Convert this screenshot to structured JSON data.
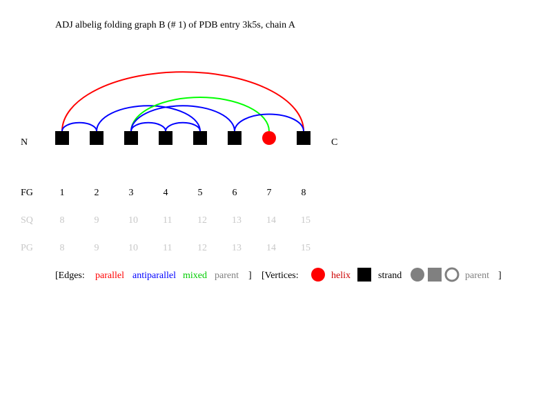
{
  "title": "ADJ albelig folding graph B (# 1) of PDB entry 3k5s, chain A",
  "terminus": {
    "n": "N",
    "c": "C"
  },
  "vertices": [
    {
      "fg": "1",
      "sq": "8",
      "pg": "8",
      "type": "strand"
    },
    {
      "fg": "2",
      "sq": "9",
      "pg": "9",
      "type": "strand"
    },
    {
      "fg": "3",
      "sq": "10",
      "pg": "10",
      "type": "strand"
    },
    {
      "fg": "4",
      "sq": "11",
      "pg": "11",
      "type": "strand"
    },
    {
      "fg": "5",
      "sq": "12",
      "pg": "12",
      "type": "strand"
    },
    {
      "fg": "6",
      "sq": "13",
      "pg": "13",
      "type": "strand"
    },
    {
      "fg": "7",
      "sq": "14",
      "pg": "14",
      "type": "helix"
    },
    {
      "fg": "8",
      "sq": "15",
      "pg": "15",
      "type": "strand"
    }
  ],
  "edges": [
    {
      "from": 1,
      "to": 8,
      "type": "parallel"
    },
    {
      "from": 1,
      "to": 2,
      "type": "antiparallel"
    },
    {
      "from": 2,
      "to": 5,
      "type": "antiparallel"
    },
    {
      "from": 3,
      "to": 7,
      "type": "mixed"
    },
    {
      "from": 3,
      "to": 4,
      "type": "antiparallel"
    },
    {
      "from": 4,
      "to": 5,
      "type": "antiparallel"
    },
    {
      "from": 3,
      "to": 6,
      "type": "antiparallel"
    },
    {
      "from": 6,
      "to": 8,
      "type": "antiparallel"
    }
  ],
  "row_labels": {
    "fg": "FG",
    "sq": "SQ",
    "pg": "PG"
  },
  "legend": {
    "edges_open": "[Edges:",
    "parallel": "parallel",
    "antiparallel": "antiparallel",
    "mixed": "mixed",
    "parent": "parent",
    "edges_close": "]",
    "vertices_open": "[Vertices:",
    "helix": "helix",
    "strand": "strand",
    "vertex_parent": "parent",
    "vertices_close": "]"
  },
  "colors": {
    "parallel": "#ff0000",
    "antiparallel": "#0000ff",
    "mixed": "#00ff00",
    "parent": "#808080",
    "helix": "#ff0000",
    "strand": "#000000",
    "muted_label": "#c8c8c8",
    "text": "#000000"
  }
}
